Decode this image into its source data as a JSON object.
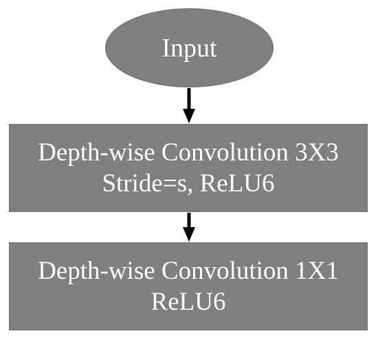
{
  "nodes": {
    "input": {
      "label": "Input"
    },
    "depthwise_3x3": {
      "line1": "Depth-wise Convolution 3X3",
      "line2": "Stride=s, ReLU6"
    },
    "depthwise_1x1": {
      "line1": "Depth-wise Convolution 1X1",
      "line2": "ReLU6"
    }
  },
  "colors": {
    "node_fill": "#7f7f7f",
    "node_text": "#ffffff",
    "arrow": "#000000"
  }
}
